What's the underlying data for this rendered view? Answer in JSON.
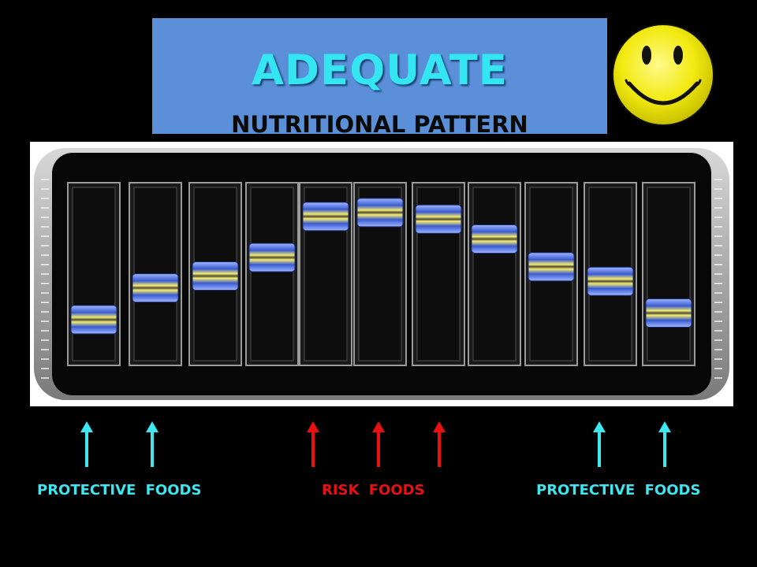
{
  "title": {
    "main": "ADEQUATE",
    "subtitle": "NUTRITIONAL PATTERN"
  },
  "icons": {
    "smiley": "smiley-face-icon"
  },
  "equalizer": {
    "slider_levels": [
      0.06,
      0.3,
      0.39,
      0.53,
      0.84,
      0.87,
      0.82,
      0.67,
      0.46,
      0.35,
      0.11
    ],
    "colors": {
      "frame": "#2a2a2a",
      "slot": "#0d0d0d",
      "knob_blue": "#3a5bd0",
      "knob_yellow": "#f0e060"
    }
  },
  "arrows": [
    {
      "group": "protective",
      "color": "#3ee6f0"
    },
    {
      "group": "protective",
      "color": "#3ee6f0"
    },
    {
      "group": "risk",
      "color": "#e81010"
    },
    {
      "group": "risk",
      "color": "#e81010"
    },
    {
      "group": "risk",
      "color": "#e81010"
    },
    {
      "group": "protective",
      "color": "#3ee6f0"
    },
    {
      "group": "protective",
      "color": "#3ee6f0"
    }
  ],
  "labels": {
    "left": "PROTECTIVE FOODS",
    "center": "RISK FOODS",
    "right": "PROTECTIVE FOODS",
    "protective_color": "#3ee6f0",
    "risk_color": "#e81010"
  }
}
